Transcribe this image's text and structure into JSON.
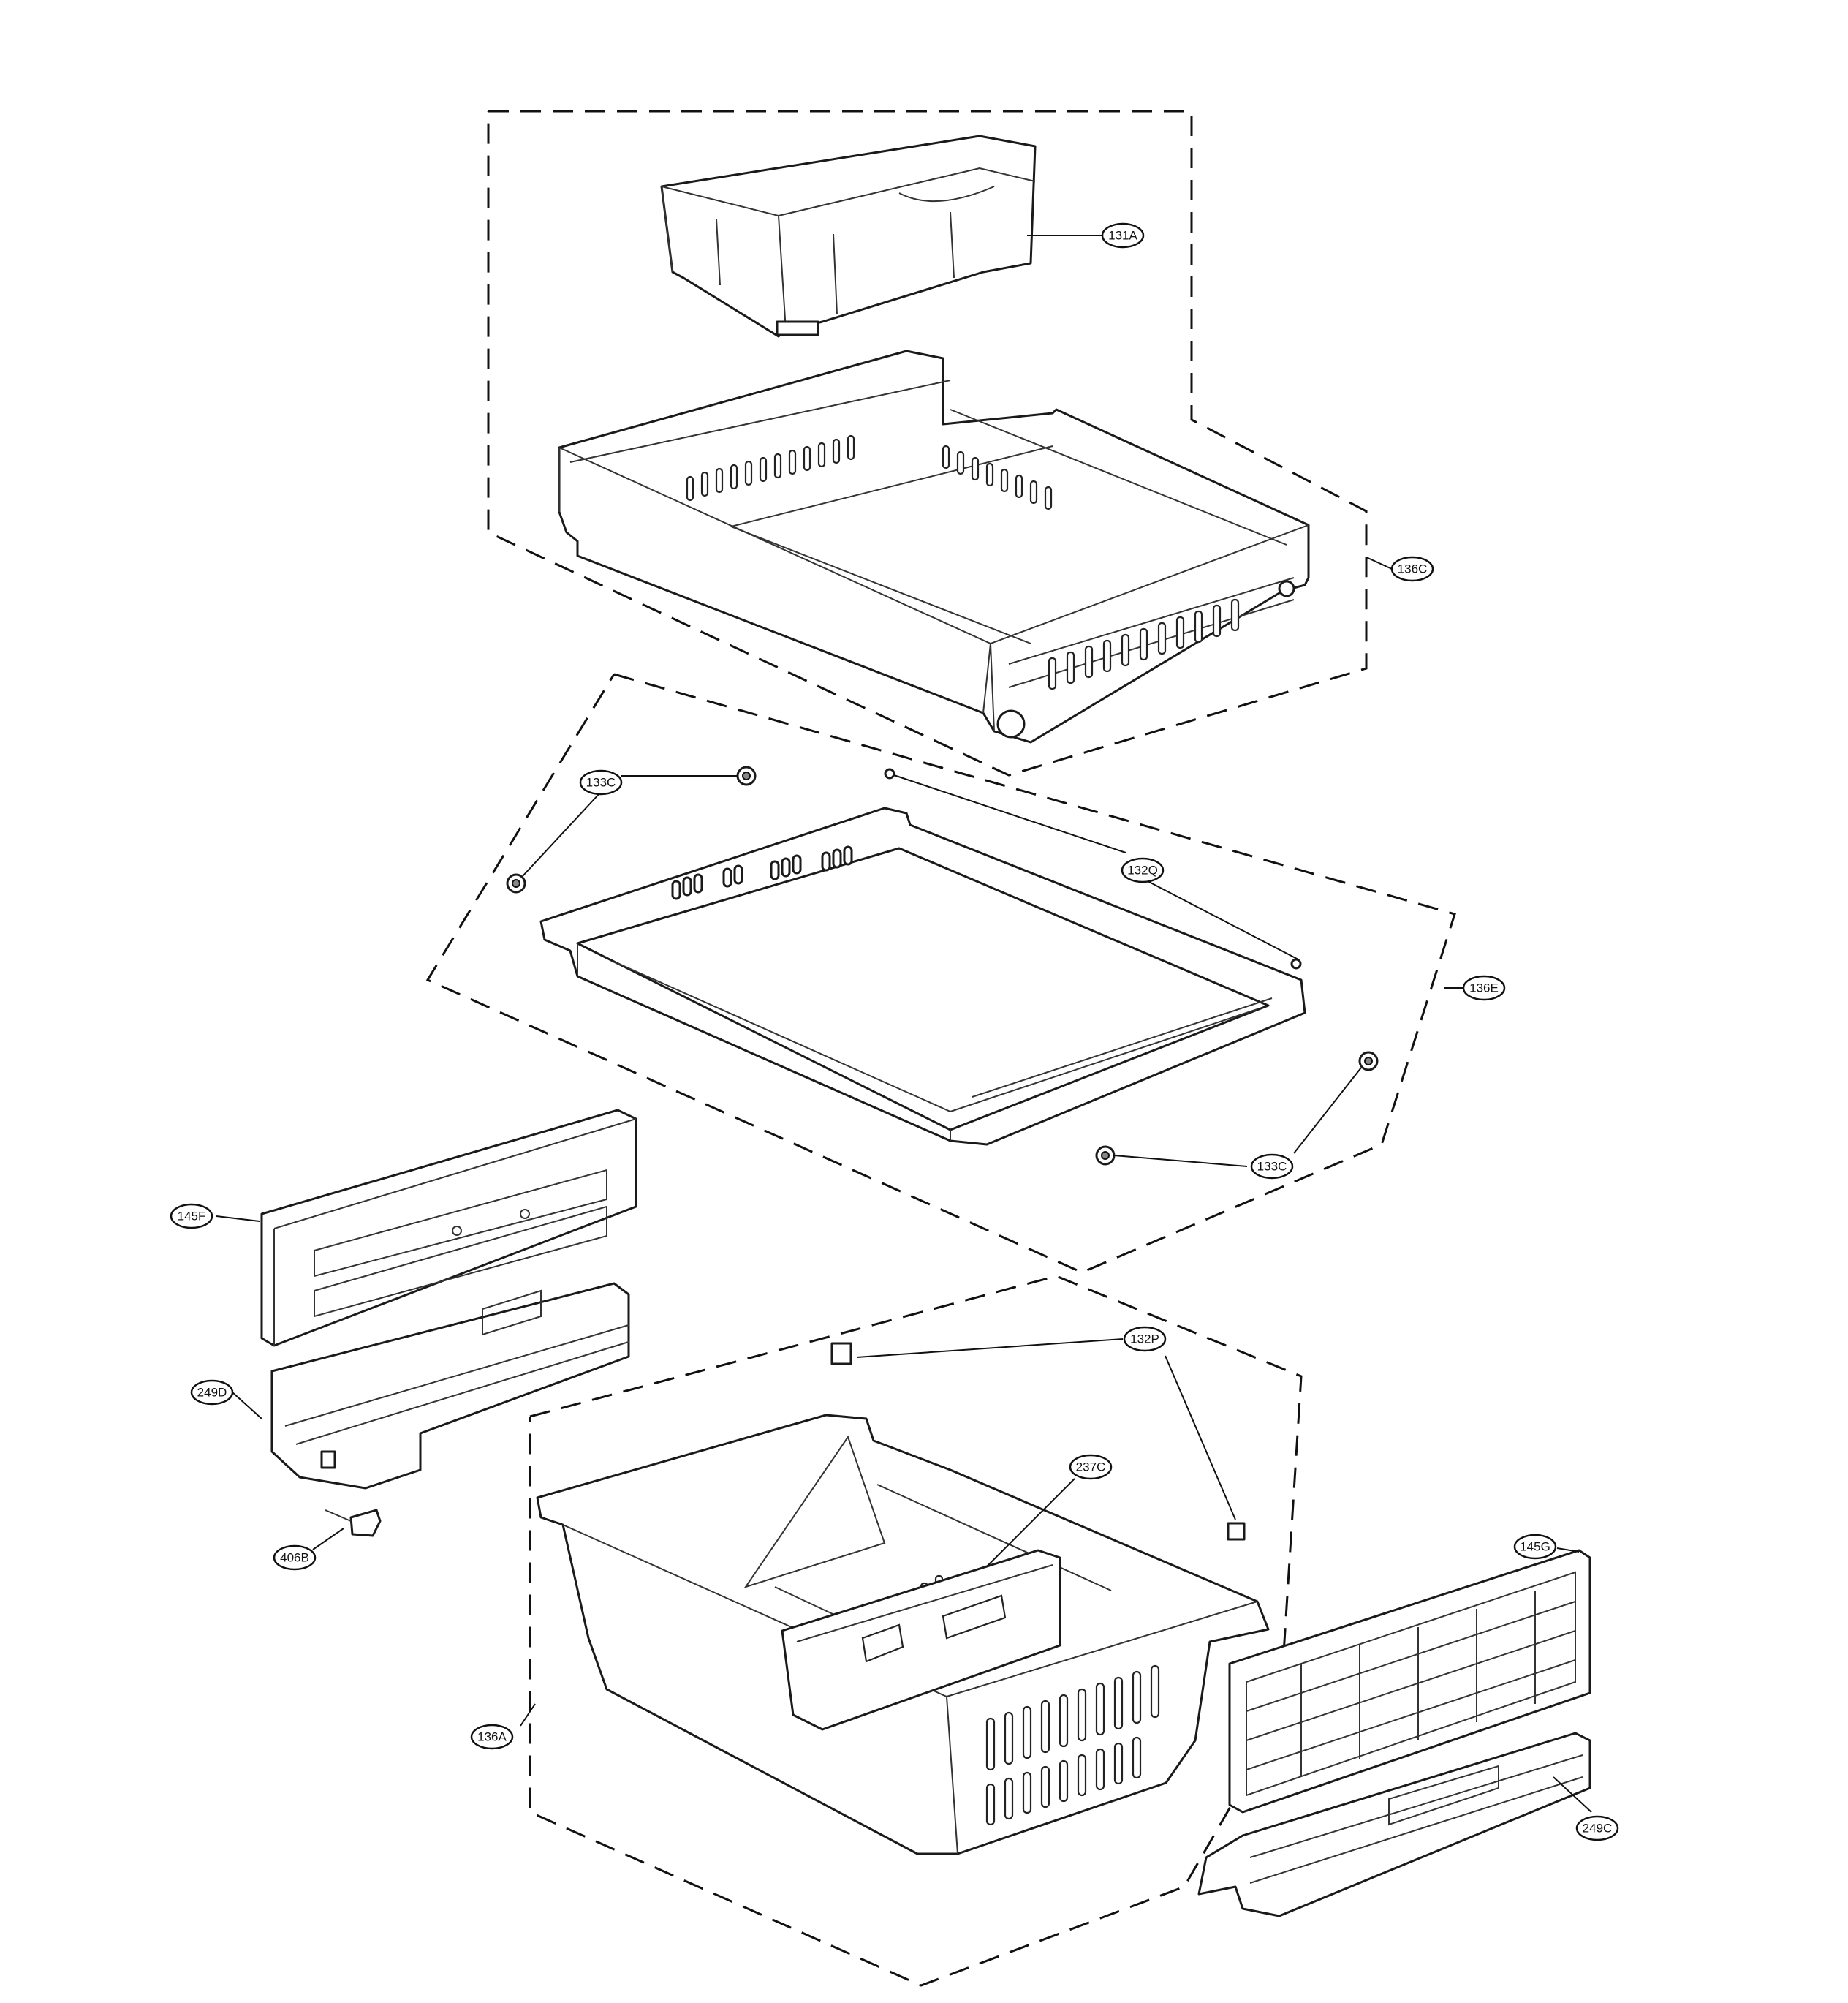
{
  "callouts": [
    {
      "id": "131A",
      "label": "131A"
    },
    {
      "id": "136C",
      "label": "136C"
    },
    {
      "id": "133C-top",
      "label": "133C"
    },
    {
      "id": "132Q",
      "label": "132Q"
    },
    {
      "id": "136E",
      "label": "136E"
    },
    {
      "id": "133C-bottom",
      "label": "133C"
    },
    {
      "id": "145F",
      "label": "145F"
    },
    {
      "id": "249D",
      "label": "249D"
    },
    {
      "id": "132P",
      "label": "132P"
    },
    {
      "id": "237C",
      "label": "237C"
    },
    {
      "id": "406B",
      "label": "406B"
    },
    {
      "id": "145G",
      "label": "145G"
    },
    {
      "id": "136A",
      "label": "136A"
    },
    {
      "id": "249C",
      "label": "249C"
    }
  ]
}
